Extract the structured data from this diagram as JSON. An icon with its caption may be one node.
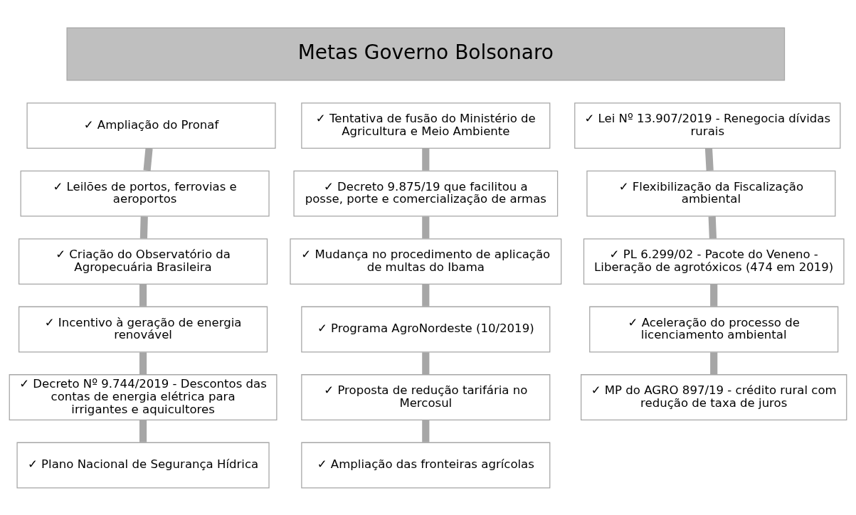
{
  "diagram": {
    "nodes": [
      {
        "text": [
          "Metas Governo Bolsonaro"
        ]
      },
      {
        "text": [
          "✓ Ampliação do Pronaf"
        ]
      },
      {
        "text": [
          "✓ Leilões de portos, ferrovias e aeroportos"
        ]
      },
      {
        "text": [
          "✓ Criação do Observatório da Agropecuária Brasileira"
        ]
      },
      {
        "text": [
          "✓ Incentivo à geração de energia renovável"
        ]
      },
      {
        "text": [
          "✓ Decreto Nº 9.744/2019 - Descontos das contas de energia elétrica para irrigantes e aquicultores"
        ]
      },
      {
        "text": [
          "✓ Plano Nacional de Segurança Hídrica"
        ]
      },
      {
        "text": [
          "✓ Tentativa de fusão do Ministério de Agricultura e Meio Ambiente"
        ]
      },
      {
        "text": [
          "✓ Decreto 9.875/19 que facilitou a posse, porte e comercialização de armas"
        ]
      },
      {
        "text": [
          "✓ Mudança no procedimento de aplicação de multas do Ibama"
        ]
      },
      {
        "text": [
          "✓ Programa AgroNordeste (10/2019)"
        ]
      },
      {
        "text": [
          "✓ Proposta de redução tarifária no Mercosul"
        ]
      },
      {
        "text": [
          "✓ Ampliação das fronteiras agrícolas"
        ]
      },
      {
        "text": [
          "✓ Lei Nº 13.907/2019 - Renegocia dívidas rurais"
        ]
      },
      {
        "text": [
          "✓ Flexibilização da Fiscalização ambiental"
        ]
      },
      {
        "text": [
          "✓ PL 6.299/02 - Pacote do Veneno - Liberação de agrotóxicos (474 em 2019)"
        ]
      },
      {
        "text": [
          "✓ Aceleração do processo de licenciamento ambiental"
        ]
      },
      {
        "text": [
          "✓ MP do AGRO 897/19 - crédito rural com redução de taxa de juros"
        ]
      }
    ],
    "edges": [
      {
        "from": 1,
        "to": 2,
        "arrow": "none"
      },
      {
        "from": 2,
        "to": 3,
        "arrow": "none"
      },
      {
        "from": 3,
        "to": 4,
        "arrow": "none"
      },
      {
        "from": 4,
        "to": 5,
        "arrow": "none"
      },
      {
        "from": 5,
        "to": 6,
        "arrow": "none"
      },
      {
        "from": 7,
        "to": 8,
        "arrow": "none"
      },
      {
        "from": 8,
        "to": 9,
        "arrow": "none"
      },
      {
        "from": 9,
        "to": 10,
        "arrow": "none"
      },
      {
        "from": 10,
        "to": 11,
        "arrow": "none"
      },
      {
        "from": 11,
        "to": 12,
        "arrow": "none"
      },
      {
        "from": 13,
        "to": 14,
        "arrow": "none"
      },
      {
        "from": 14,
        "to": 15,
        "arrow": "none"
      },
      {
        "from": 15,
        "to": 16,
        "arrow": "none"
      },
      {
        "from": 16,
        "to": 17,
        "arrow": "none"
      }
    ]
  }
}
